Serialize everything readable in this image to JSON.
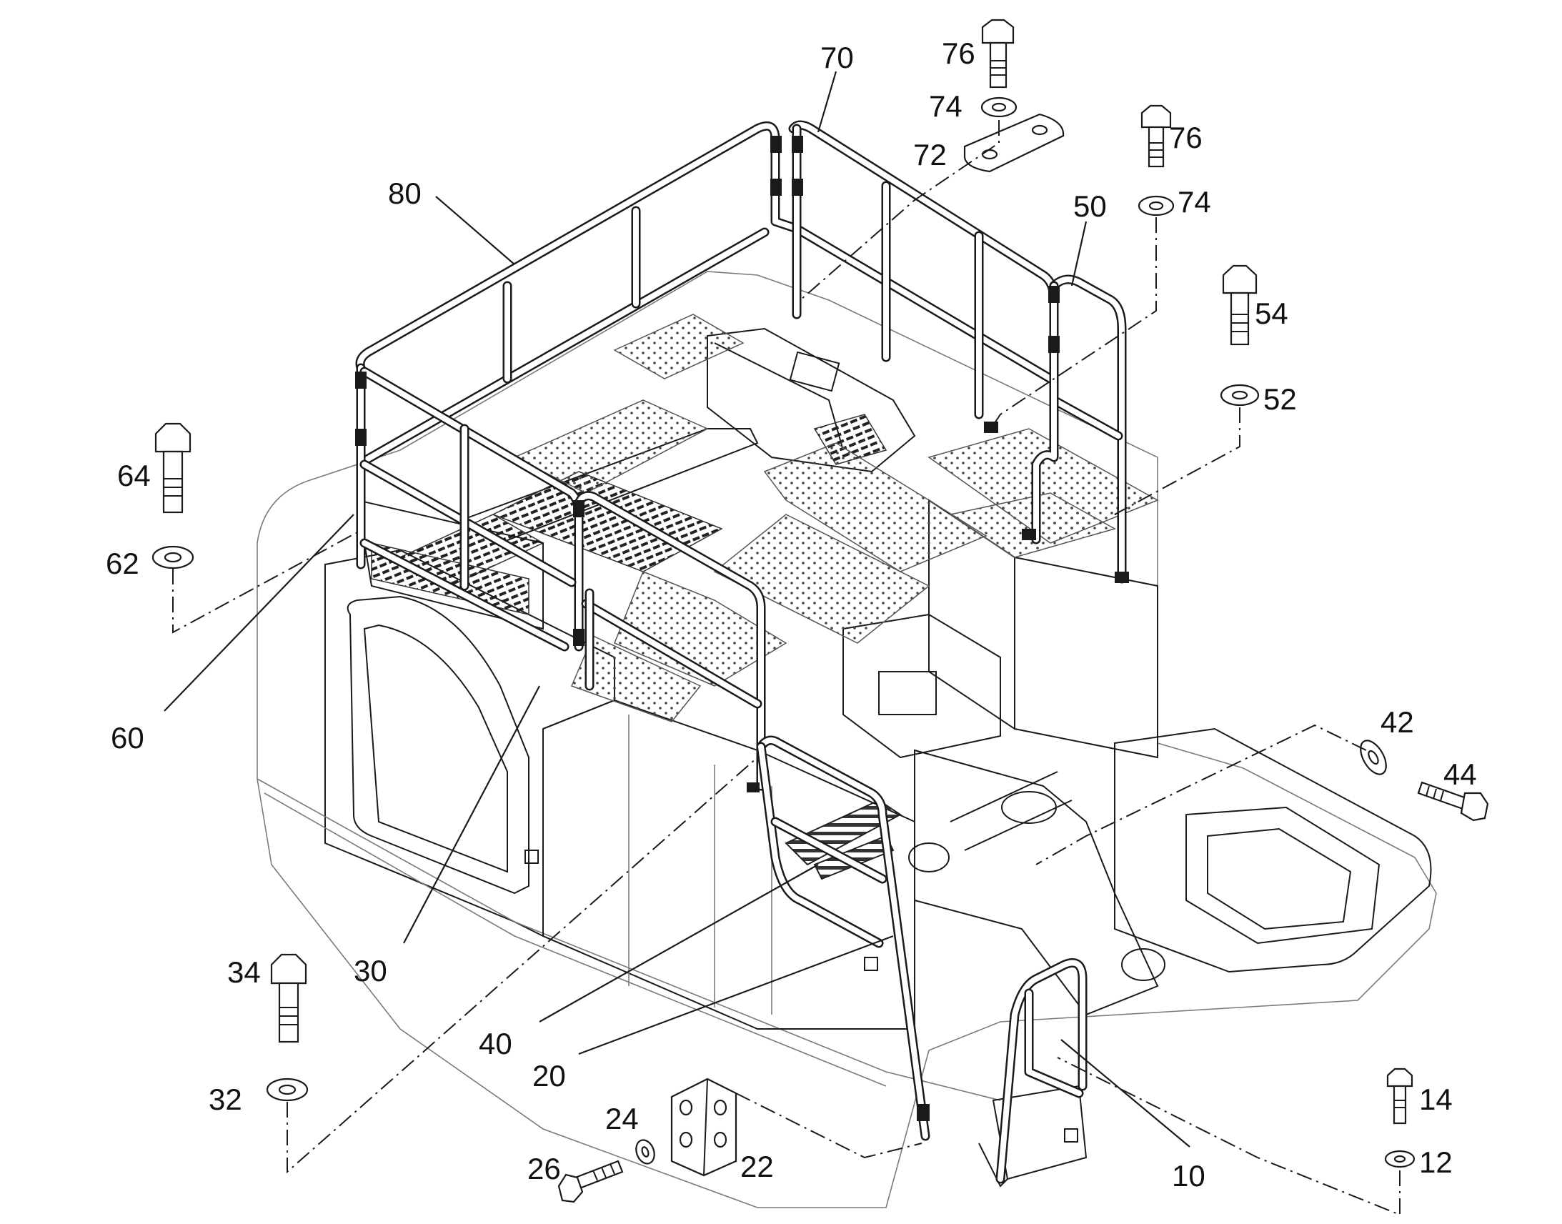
{
  "callouts": {
    "c10": "10",
    "c12": "12",
    "c14": "14",
    "c20": "20",
    "c22": "22",
    "c24": "24",
    "c26": "26",
    "c30": "30",
    "c32": "32",
    "c34": "34",
    "c40": "40",
    "c42": "42",
    "c44": "44",
    "c50": "50",
    "c52": "52",
    "c54": "54",
    "c60": "60",
    "c62": "62",
    "c64": "64",
    "c70": "70",
    "c72": "72",
    "c74a": "74",
    "c74b": "74",
    "c76a": "76",
    "c76b": "76",
    "c80": "80"
  }
}
